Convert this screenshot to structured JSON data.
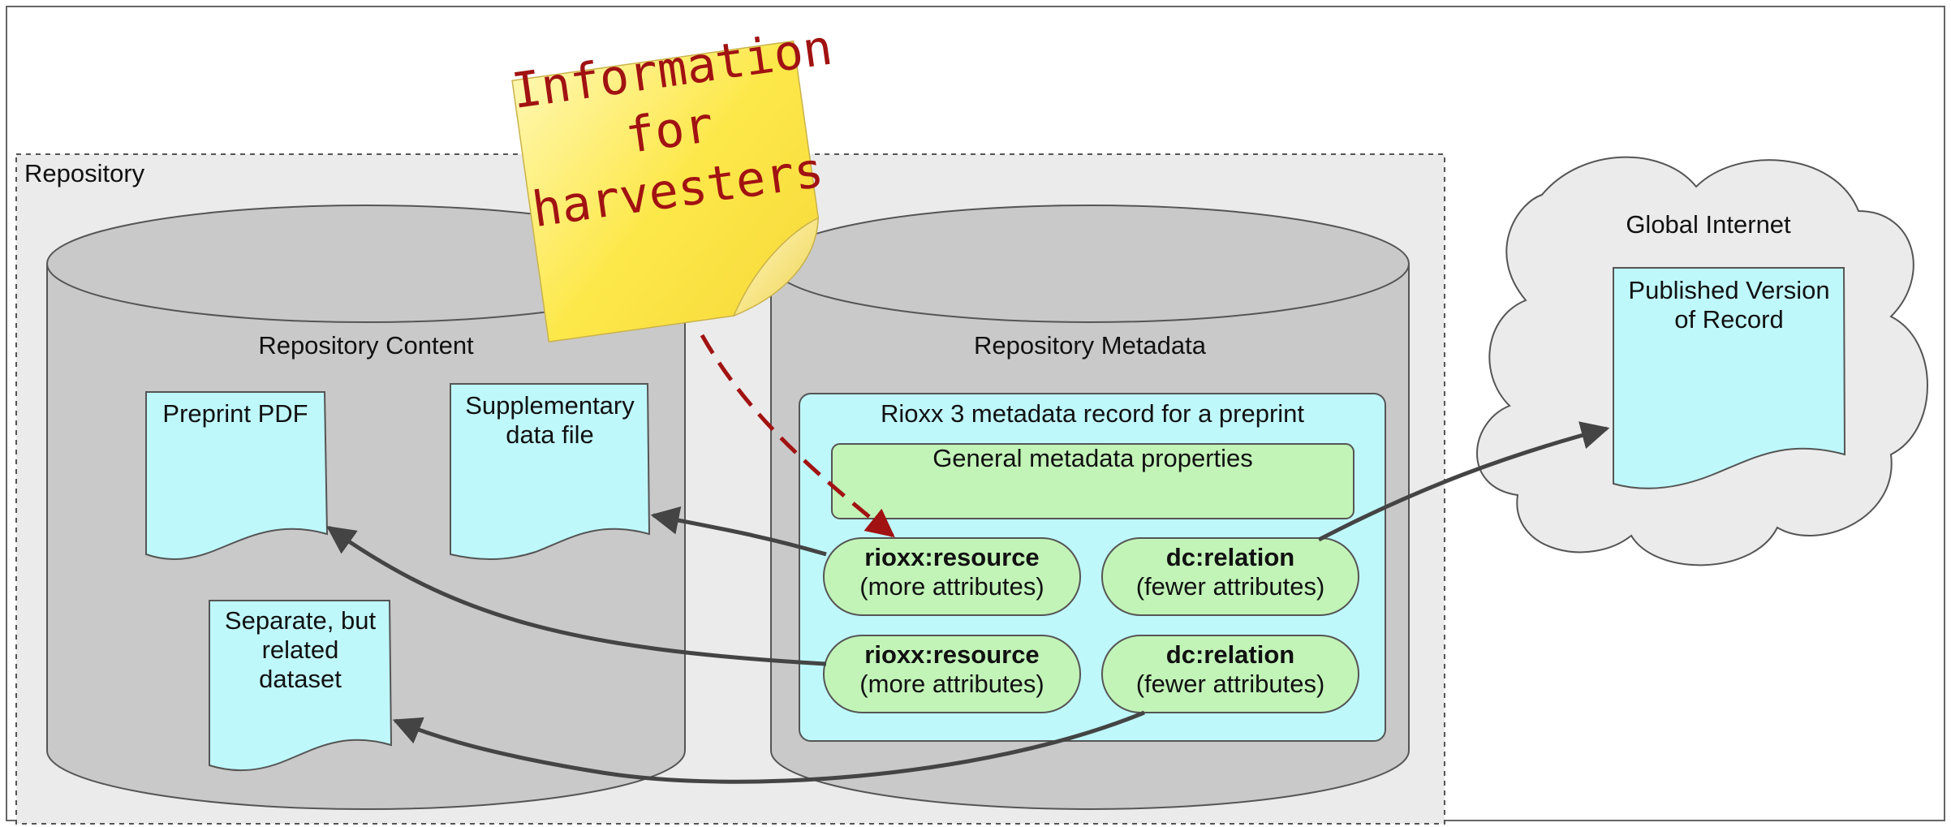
{
  "diagram": {
    "repository_label": "Repository",
    "content_db_label": "Repository Content",
    "metadata_db_label": "Repository Metadata",
    "sticky_note": [
      "Information",
      "for",
      "harvesters"
    ],
    "documents": {
      "preprint": "Preprint PDF",
      "supplementary_line1": "Supplementary",
      "supplementary_line2": "data file",
      "dataset_line1": "Separate, but",
      "dataset_line2": "related",
      "dataset_line3": "dataset"
    },
    "record": {
      "title": "Rioxx 3 metadata record for a preprint",
      "general": "General metadata properties",
      "pills": [
        {
          "name": "rioxx:resource",
          "sub": "(more attributes)"
        },
        {
          "name": "dc:relation",
          "sub": "(fewer attributes)"
        },
        {
          "name": "rioxx:resource",
          "sub": "(more attributes)"
        },
        {
          "name": "dc:relation",
          "sub": "(fewer attributes)"
        }
      ]
    },
    "cloud": {
      "label": "Global Internet",
      "doc_line1": "Published Version",
      "doc_line2": "of Record"
    },
    "colors": {
      "document_fill": "#bff8fb",
      "pill_fill": "#c2f4b8",
      "cylinder_fill": "#c9c9c9",
      "repository_bg": "#ebebeb",
      "note_fill": "#fde84a",
      "note_text": "#a11212",
      "arrow_dashed": "#a11212",
      "arrow_solid": "#444444"
    }
  }
}
